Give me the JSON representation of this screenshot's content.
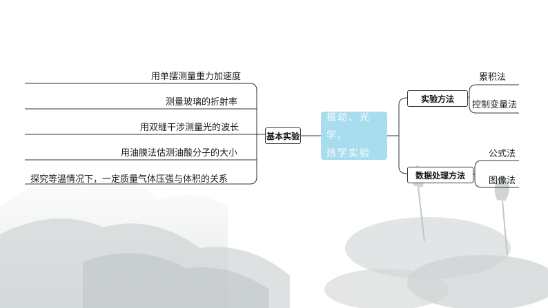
{
  "center": {
    "line1": "振动、光学、",
    "line2": "热学实验"
  },
  "left_branch": {
    "label": "基本实验",
    "items": [
      "用单摆测量重力加速度",
      "测量玻璃的折射率",
      "用双缝干涉测量光的波长",
      "用油膜法估测油酸分子的大小",
      "探究等温情况下，一定质量气体压强与体积的关系"
    ]
  },
  "right_branches": [
    {
      "label": "实验方法",
      "items": [
        "累积法",
        "控制变量法"
      ]
    },
    {
      "label": "数据处理方法",
      "items": [
        "公式法",
        "图像法"
      ]
    }
  ],
  "colors": {
    "center_fill": "#a8dcef",
    "line": "#333333",
    "background_art": "#d9dcdc"
  }
}
